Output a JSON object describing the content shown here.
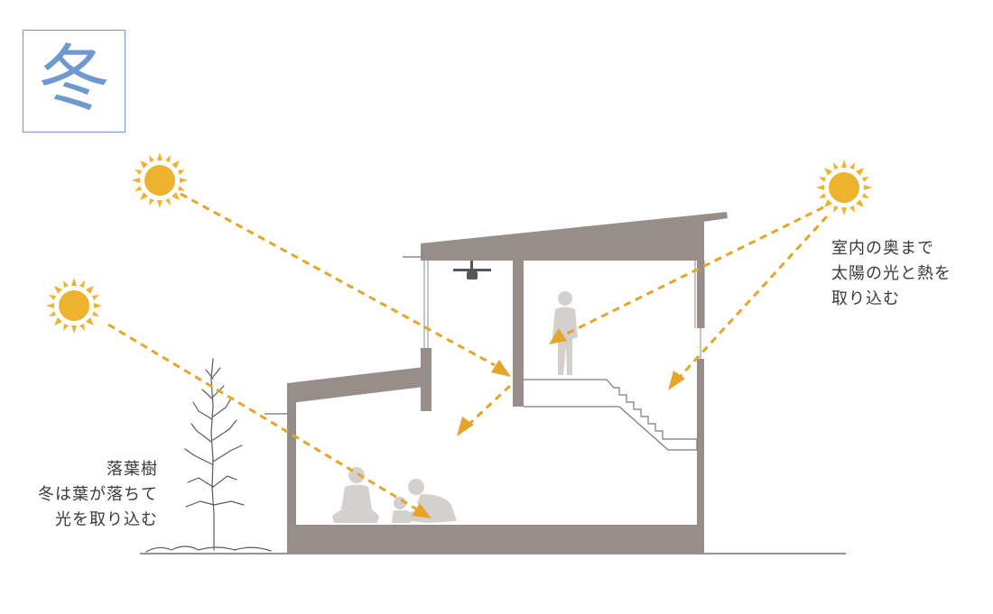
{
  "season": {
    "label": "冬"
  },
  "annotations": {
    "interior_light": {
      "lines": [
        "室内の奥まで",
        "太陽の光と熱を",
        "取り込む"
      ]
    },
    "deciduous_tree": {
      "lines": [
        "落葉樹",
        "冬は葉が落ちて",
        "光を取り込む"
      ]
    }
  },
  "colors": {
    "sun": "#eeb32e",
    "sun_ray": "#e5a52a",
    "wall": "#978d89",
    "accent_frame": "#6f98cf",
    "text": "#3a3a3a",
    "person": "#d4d0ce"
  },
  "icons": {
    "sun": "sun-icon",
    "person": "person-icon",
    "tree": "tree-icon",
    "fan": "ceiling-fan-icon"
  }
}
